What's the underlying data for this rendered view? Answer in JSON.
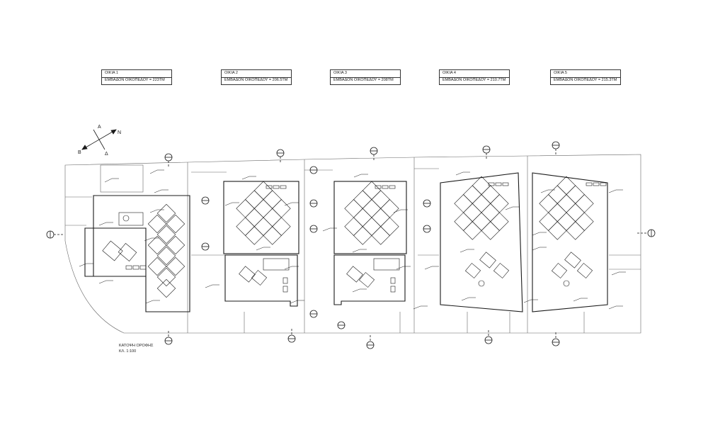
{
  "plots": [
    {
      "name": "ΟΙΚΙΑ 1",
      "area": "ΕΜΒΑΔΟΝ ΟΙΚΟΠΕΔΟΥ = 223ΤΜ"
    },
    {
      "name": "ΟΙΚΙΑ 2",
      "area": "ΕΜΒΑΔΟΝ ΟΙΚΟΠΕΔΟΥ = 206.5ΤΜ"
    },
    {
      "name": "ΟΙΚΙΑ 3",
      "area": "ΕΜΒΑΔΟΝ ΟΙΚΟΠΕΔΟΥ = 208ΤΜ"
    },
    {
      "name": "ΟΙΚΙΑ 4",
      "area": "ΕΜΒΑΔΟΝ ΟΙΚΟΠΕΔΟΥ = 210.7ΤΜ"
    },
    {
      "name": "ΟΙΚΙΑ 5",
      "area": "ΕΜΒΑΔΟΝ ΟΙΚΟΠΕΔΟΥ = 215.3ΤΜ"
    }
  ],
  "caption": {
    "title": "ΚΑΤΟΨΗ ΟΡΟΦΗΣ",
    "scale": "ΚΛ. 1:100"
  },
  "compass": {
    "labels": [
      "N",
      "B",
      "A",
      "Δ"
    ]
  },
  "colors": {
    "line": "#1a1a1a",
    "faint": "#888888",
    "background": "#ffffff"
  }
}
